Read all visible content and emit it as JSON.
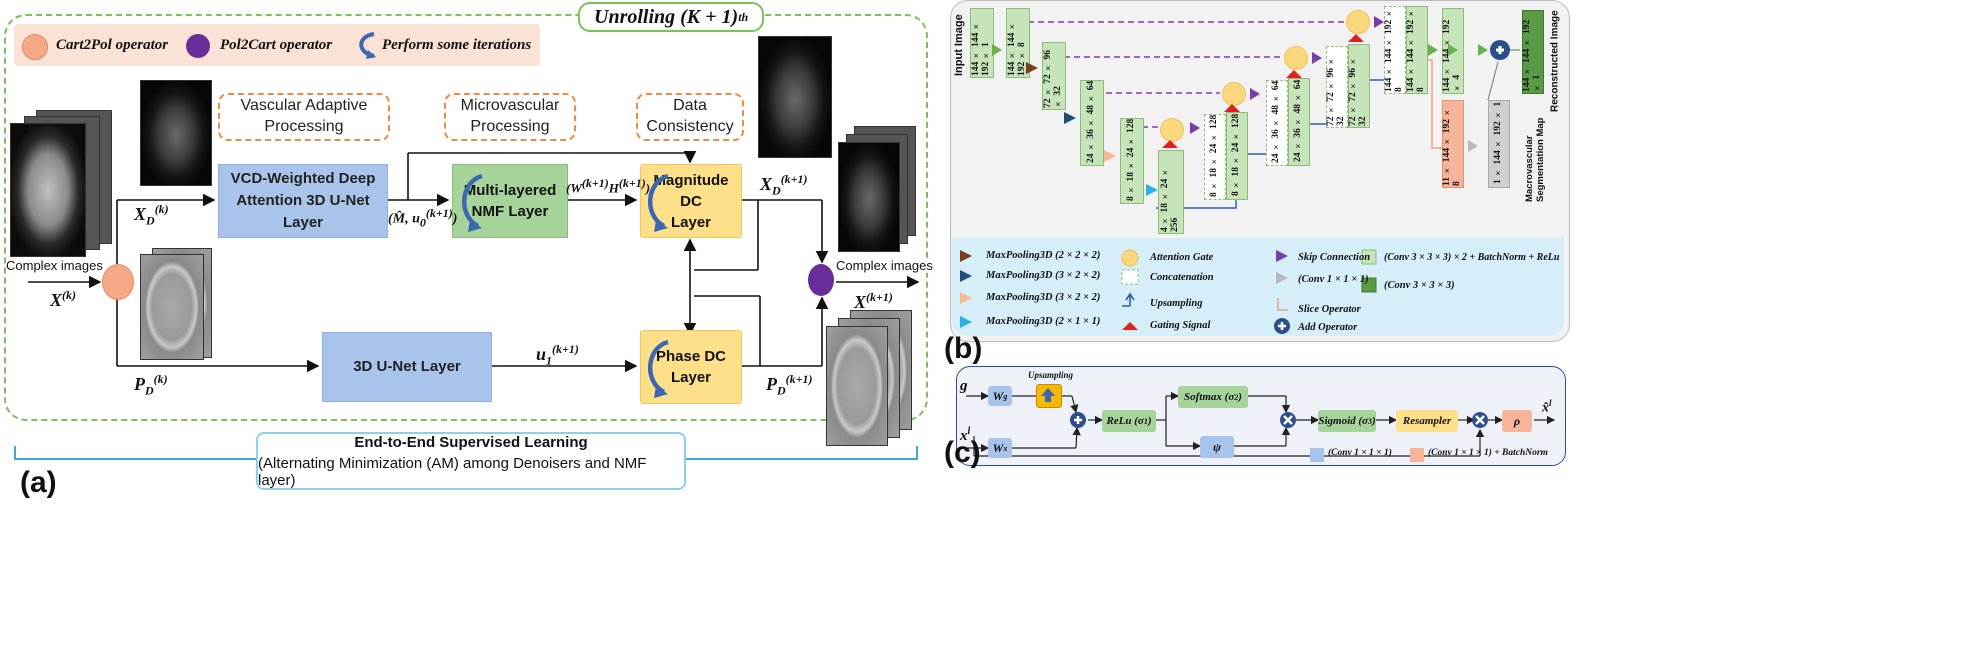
{
  "panel_a": {
    "panel_label": "(a)",
    "unrolling_label": "Unrolling (K + 1)",
    "unrolling_sup": "th",
    "legend": {
      "cart2pol": "Cart2Pol operator",
      "pol2cart": "Pol2Cart operator",
      "iterations": "Perform some iterations"
    },
    "stage_labels": {
      "vascular": "Vascular Adaptive Processing",
      "microvascular": "Microvascular Processing",
      "data_consistency": "Data Consistency"
    },
    "boxes": {
      "vcd_line1": "VCD-Weighted Deep",
      "vcd_line2": "Attention 3D U-Net Layer",
      "nmf_line1": "Multi-layered",
      "nmf_line2": "NMF Layer",
      "mag_line1": "Magnitude DC",
      "mag_line2": "Layer",
      "unet": "3D U-Net Layer",
      "phase_line1": "Phase DC",
      "phase_line2": "Layer"
    },
    "symbols": {
      "xd_k": "X",
      "xd_k_sub": "D",
      "xd_k_sup": "(k)",
      "x_k": "X",
      "x_k_sup": "(k)",
      "pd_k": "P",
      "pd_k_sub": "D",
      "pd_k_sup": "(k)",
      "mhat": "(M̂, u",
      "mhat_sub": "0",
      "mhat_sup": "(k+1)",
      "mhat_close": ")",
      "wh": "(W",
      "wh_sup1": "(k+1)",
      "wh_mid": "H",
      "wh_sup2": "(k+1)",
      "wh_close": ")",
      "u1": "u",
      "u1_sub": "1",
      "u1_sup": "(k+1)",
      "xd_k1": "X",
      "xd_k1_sub": "D",
      "xd_k1_sup": "(k+1)",
      "pd_k1": "P",
      "pd_k1_sub": "D",
      "pd_k1_sup": "(k+1)",
      "x_k1": "X",
      "x_k1_sup": "(k+1)"
    },
    "complex_images_left": "Complex images",
    "complex_images_right": "Complex images",
    "bottom_title": "End-to-End Supervised Learning",
    "bottom_subtitle": "(Alternating Minimization (AM) among Denoisers and NMF layer)"
  },
  "panel_b": {
    "panel_label": "(b)",
    "input_label": "Input Image",
    "output_label": "Reconstructed Image",
    "seg_label": "Macrovascular Segmentation Map",
    "blocks": {
      "e1a": "144 × 144 × 192 × 1",
      "e1b": "144 × 144 × 192 × 8",
      "e2": "72 × 72 × 96 × 32",
      "e3": "24 × 36 × 48 × 64",
      "e4": "8 × 18 × 24 × 128",
      "bott": "4 × 18 × 24 × 256",
      "d4c": "8 × 18 × 24 × 128",
      "d4": "8 × 18 × 24 × 128",
      "d3c": "24 × 36 × 48 × 64",
      "d3": "24 × 36 × 48 × 64",
      "d2c": "72 × 72 × 96 × 32",
      "d2": "72 × 72 × 96 × 32",
      "d1c": "144 × 144 × 192 × 8",
      "d1": "144 × 144 × 192 × 8",
      "d1x4": "144 × 144 × 192 × 4",
      "out": "144 × 144 × 192 × 1",
      "salmon": "11 × 144 × 192 × 8",
      "seg": "1 × 144 × 192 × 1"
    },
    "legend": {
      "mp1": "MaxPooling3D (2 × 2 × 2)",
      "mp2": "MaxPooling3D (3 × 2 × 2)",
      "mp3": "MaxPooling3D (3 × 2 × 2)",
      "mp4": "MaxPooling3D (2 × 1 × 1)",
      "att": "Attention Gate",
      "concat": "Concatenation",
      "up": "Upsampling",
      "gate": "Gating Signal",
      "skip": "Skip Connection",
      "conv1": "(Conv  1 × 1 × 1)",
      "slice": "Slice Operator",
      "add": "Add Operator",
      "conv3bn": "(Conv 3 × 3 × 3) × 2 + BatchNorm + ReLu",
      "conv3": "(Conv  3 × 3 × 3)"
    }
  },
  "panel_c": {
    "panel_label": "(c)",
    "g": "g",
    "xl": "x",
    "xl_sup": "l",
    "wg": "W",
    "wg_sub": "g",
    "wx": "W",
    "wx_sub": "x",
    "upsampling": "Upsampling",
    "relu": "ReLu (σ",
    "relu_sub": "1",
    "relu_close": ")",
    "softmax": "Softmax (σ",
    "softmax_sub": "2",
    "softmax_close": ")",
    "psi": "ψ",
    "sigmoid": "Sigmoid (σ",
    "sigmoid_sub": "3",
    "sigmoid_close": ")",
    "resampler": "Resampler",
    "rho": "ρ",
    "out": "x̂",
    "out_sup": "l",
    "legend_conv": "(Conv  1 × 1 × 1)",
    "legend_convbn": "(Conv  1 × 1 × 1) + BatchNorm"
  }
}
